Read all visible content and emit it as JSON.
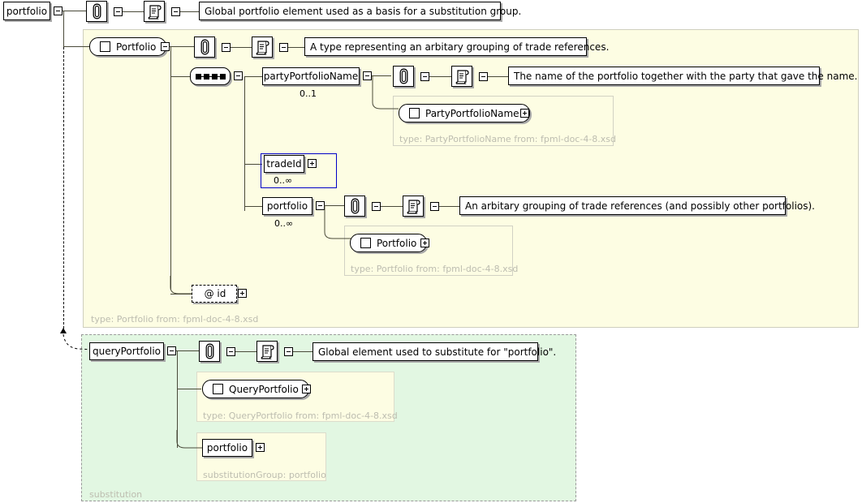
{
  "diagram": {
    "title": "portfolio",
    "root_element": {
      "name": "portfolio",
      "documentation": "Global portfolio element used as a basis for a substitution group."
    },
    "type_panel": {
      "label": "type: Portfolio from: fpml-doc-4-8.xsd",
      "type_ref": "Portfolio",
      "documentation": "A type representing an arbitary grouping of trade references.",
      "compositor": "sequence",
      "children": [
        {
          "name": "partyPortfolioName",
          "occurs": "0..1",
          "documentation": "The name of the portfolio together with the party that gave the name.",
          "inner_type_ref": "PartyPortfolioName",
          "inner_label": "type: PartyPortfolioName from: fpml-doc-4-8.xsd"
        },
        {
          "name": "tradeId",
          "occurs": "0..∞",
          "selected": "true"
        },
        {
          "name": "portfolio",
          "occurs": "0..∞",
          "documentation": "An arbitary grouping of trade references (and possibly other portfolios).",
          "inner_type_ref": "Portfolio",
          "inner_label": "type: Portfolio from: fpml-doc-4-8.xsd"
        }
      ],
      "attribute": {
        "name": "@ id"
      }
    },
    "substitution_panel": {
      "label": "substitution",
      "element": {
        "name": "queryPortfolio",
        "documentation": "Global element used to substitute for \"portfolio\"."
      },
      "type_ref_box": {
        "type_ref": "QueryPortfolio",
        "label": "type: QueryPortfolio from: fpml-doc-4-8.xsd"
      },
      "substitution_group_box": {
        "name": "portfolio",
        "label": "substitutionGroup: portfolio"
      }
    },
    "icons": {
      "annotation": "paperclip-icon",
      "documentation": "document-scroll-icon",
      "collapse": "minus-toggle-icon",
      "expand": "plus-toggle-icon"
    },
    "colors": {
      "type_panel_bg": "#fdfde3",
      "substitution_panel_bg": "#e2f7e2",
      "selection": "#0000c8",
      "muted_label": "#bdbdb0"
    }
  }
}
